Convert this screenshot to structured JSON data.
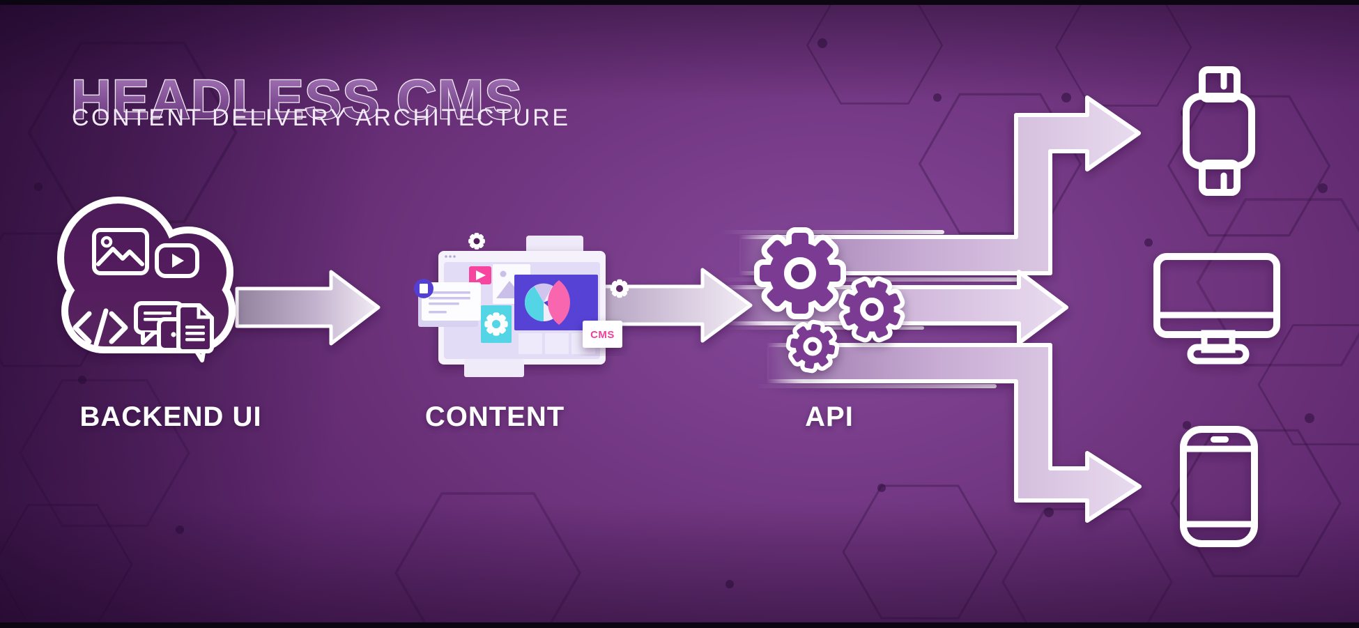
{
  "header": {
    "title": "HEADLESS CMS",
    "subtitle": "CONTENT DELIVERY ARCHITECTURE"
  },
  "flow": {
    "stages": [
      {
        "id": "backend",
        "label": "BACKEND UI",
        "icon": "cloud-content-icon"
      },
      {
        "id": "content",
        "label": "CONTENT",
        "icon": "cms-window-illustration",
        "badge": "CMS"
      },
      {
        "id": "api",
        "label": "API",
        "icon": "gears-icon"
      }
    ],
    "targets": [
      {
        "id": "smartwatch",
        "icon": "smartwatch-icon"
      },
      {
        "id": "desktop",
        "icon": "desktop-monitor-icon"
      },
      {
        "id": "smartphone",
        "icon": "smartphone-icon"
      }
    ]
  },
  "colors": {
    "background_purple": "#70357f",
    "accent_pink": "#f7459f",
    "accent_cyan": "#54d5e5",
    "accent_indigo": "#5742d6",
    "gear_purple": "#7c3b92",
    "arrow_lavender": "#c9aed6",
    "outline_white": "#ffffff"
  }
}
